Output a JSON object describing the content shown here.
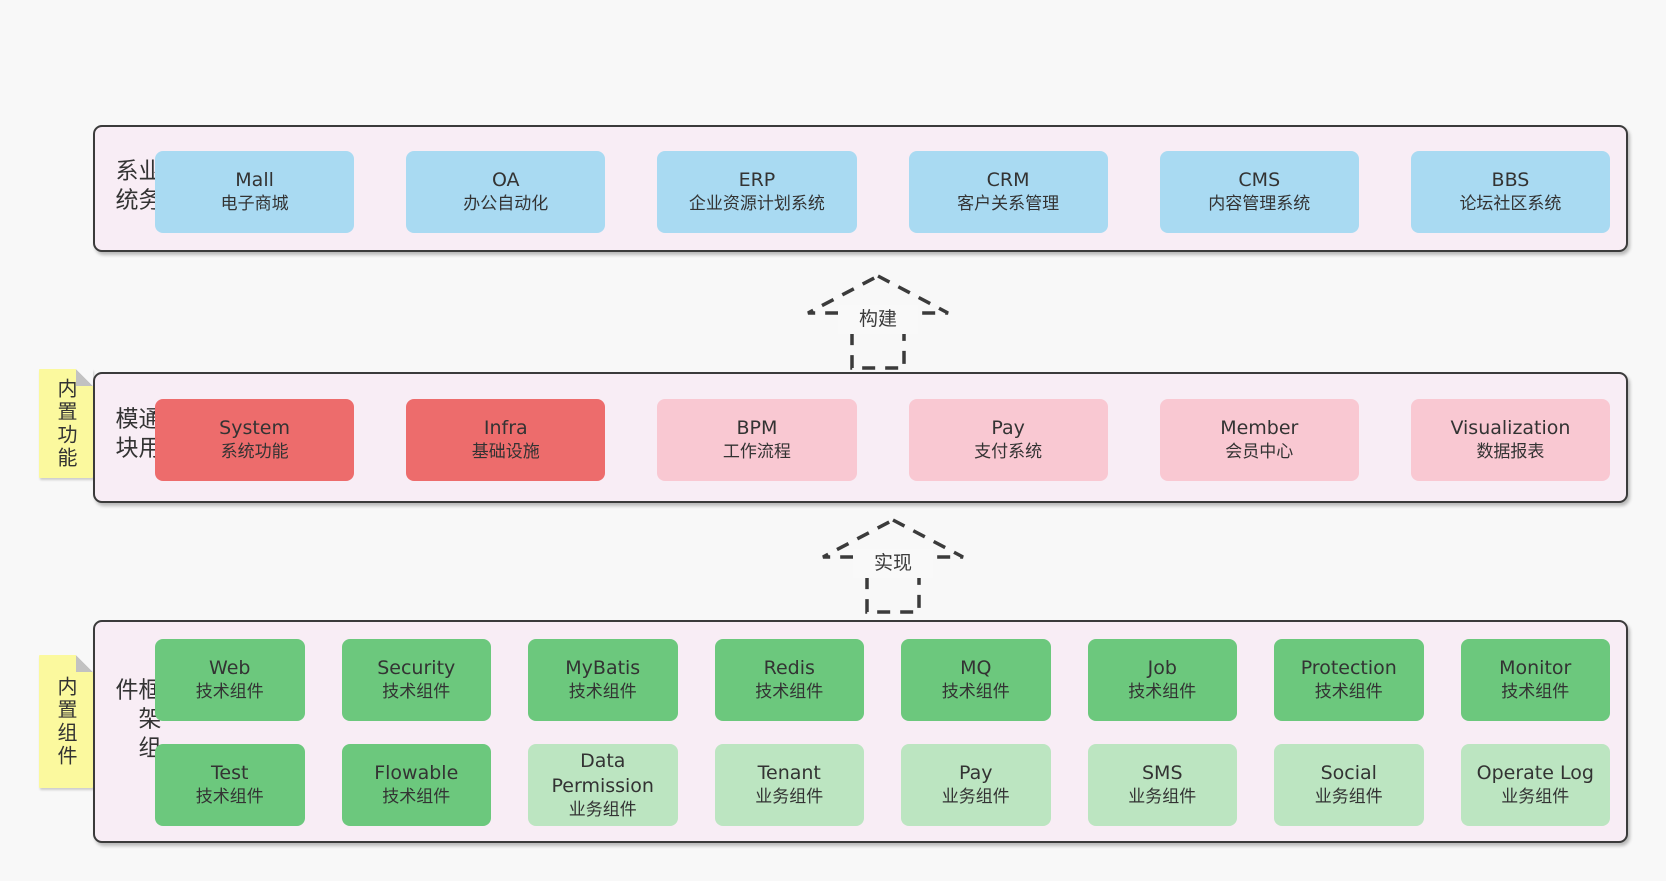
{
  "palette": {
    "page_bg": "#f8f8f8",
    "container_bg": "#f8edf5",
    "container_border": "#3b3b3b",
    "blue_box": "#a9daf2",
    "red_box": "#ed6c6c",
    "pink_box": "#f9c8d2",
    "green_box": "#6cc87d",
    "light_green_box": "#bce5c1",
    "note_bg": "#fbf99e",
    "note_fold": "#c2c2c2",
    "text": "#333333"
  },
  "layers": {
    "business": {
      "label": "业务系统",
      "boxes": [
        {
          "name": "Mall",
          "sub": "电子商城"
        },
        {
          "name": "OA",
          "sub": "办公自动化"
        },
        {
          "name": "ERP",
          "sub": "企业资源计划系统"
        },
        {
          "name": "CRM",
          "sub": "客户关系管理"
        },
        {
          "name": "CMS",
          "sub": "内容管理系统"
        },
        {
          "name": "BBS",
          "sub": "论坛社区系统"
        }
      ]
    },
    "modules": {
      "label": "通用模块",
      "note": "内置功能",
      "boxes": [
        {
          "name": "System",
          "sub": "系统功能"
        },
        {
          "name": "Infra",
          "sub": "基础设施"
        },
        {
          "name": "BPM",
          "sub": "工作流程"
        },
        {
          "name": "Pay",
          "sub": "支付系统"
        },
        {
          "name": "Member",
          "sub": "会员中心"
        },
        {
          "name": "Visualization",
          "sub": "数据报表"
        }
      ]
    },
    "framework": {
      "label": "框架组件",
      "note": "内置组件",
      "row1": [
        {
          "name": "Web",
          "sub": "技术组件"
        },
        {
          "name": "Security",
          "sub": "技术组件"
        },
        {
          "name": "MyBatis",
          "sub": "技术组件"
        },
        {
          "name": "Redis",
          "sub": "技术组件"
        },
        {
          "name": "MQ",
          "sub": "技术组件"
        },
        {
          "name": "Job",
          "sub": "技术组件"
        },
        {
          "name": "Protection",
          "sub": "技术组件"
        },
        {
          "name": "Monitor",
          "sub": "技术组件"
        }
      ],
      "row2": [
        {
          "name": "Test",
          "sub": "技术组件"
        },
        {
          "name": "Flowable",
          "sub": "技术组件"
        },
        {
          "name": "Data Permission",
          "sub": "业务组件"
        },
        {
          "name": "Tenant",
          "sub": "业务组件"
        },
        {
          "name": "Pay",
          "sub": "业务组件"
        },
        {
          "name": "SMS",
          "sub": "业务组件"
        },
        {
          "name": "Social",
          "sub": "业务组件"
        },
        {
          "name": "Operate Log",
          "sub": "业务组件"
        }
      ]
    }
  },
  "arrows": {
    "build": {
      "label": "构建"
    },
    "implement": {
      "label": "实现"
    }
  }
}
